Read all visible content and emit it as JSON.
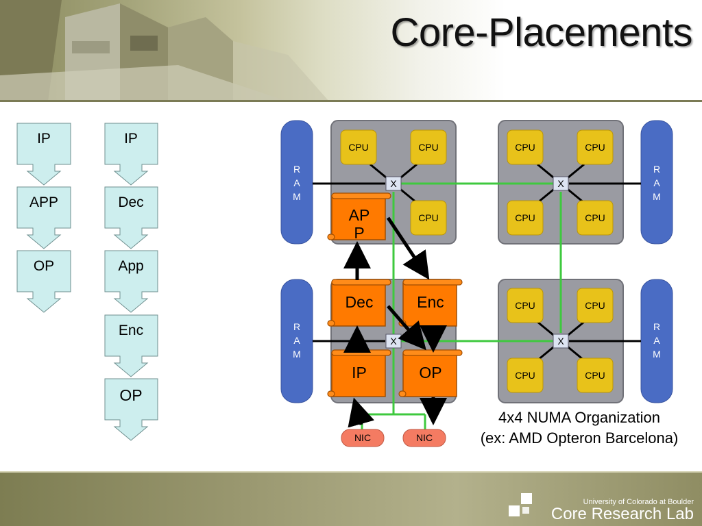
{
  "slide": {
    "title": "Core-Placements",
    "caption_line1": "4x4 NUMA Organization",
    "caption_line2": "(ex: AMD Opteron Barcelona)"
  },
  "footer": {
    "university": "University of Colorado at Boulder",
    "lab": "Core Research Lab"
  },
  "pipelines": {
    "left": [
      "IP",
      "APP",
      "OP"
    ],
    "right": [
      "IP",
      "Dec",
      "App",
      "Enc",
      "OP"
    ]
  },
  "numa": {
    "ram_label": [
      "R",
      "A",
      "M"
    ],
    "cpu_label": "CPU",
    "crossbar_label": "X",
    "nic_label": "NIC",
    "tasks": {
      "app": [
        "AP",
        "P"
      ],
      "dec": "Dec",
      "enc": "Enc",
      "ip": "IP",
      "op": "OP"
    }
  },
  "colors": {
    "ram": "#4a6cc4",
    "node": "#9a9ba2",
    "cpu": "#e8c21a",
    "task": "#ff7a00",
    "interconnect": "#3ec93e",
    "nic": "#f47b62",
    "pipeline_box": "#cdeeee"
  }
}
